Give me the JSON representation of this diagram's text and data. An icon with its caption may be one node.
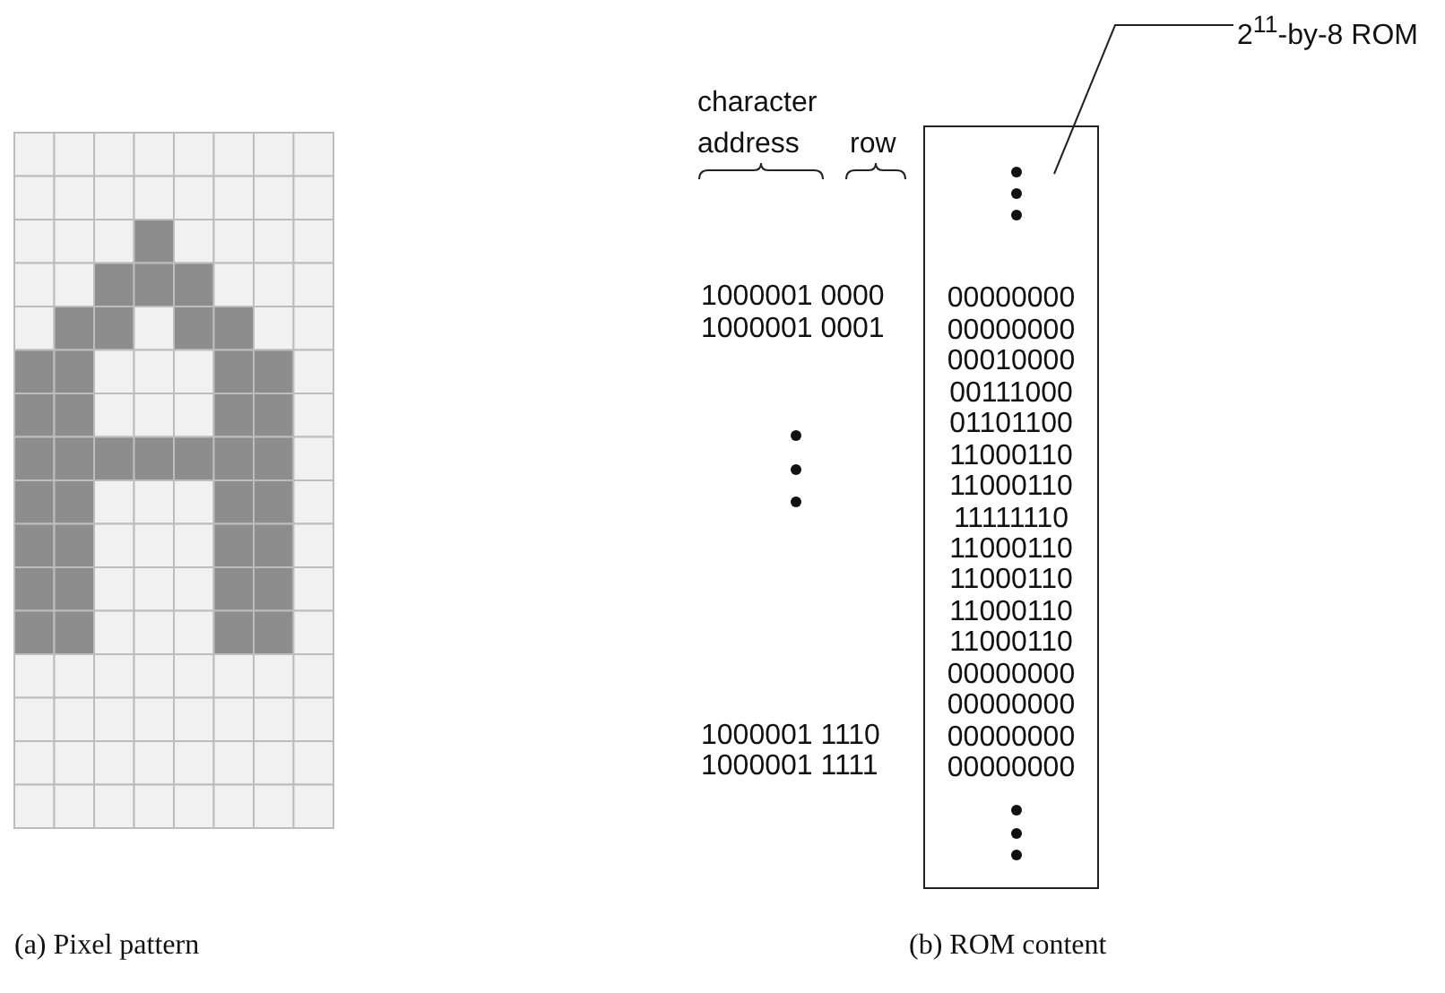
{
  "diagram": {
    "nodes": [
      {
        "text": [
          "2$^{11}$-by-8 ROM"
        ]
      },
      {
        "text": [
          "00000000",
          "00000000",
          "00010000",
          "00111000",
          "01101100",
          "11000110",
          "11000110",
          "11111110",
          "11000110",
          "11000110",
          "11000110",
          "11000110",
          "00000000",
          "00000000",
          "00000000",
          "00000000"
        ]
      }
    ],
    "edges": [
      {
        "from": 0,
        "to": 1,
        "arrow": "none"
      }
    ],
    "labels": [
      "character address",
      "row",
      "1000001 0000",
      "1000001 0001",
      "1000001 1110",
      "1000001 1111",
      "(a) Pixel pattern",
      "(b) ROM content"
    ]
  }
}
